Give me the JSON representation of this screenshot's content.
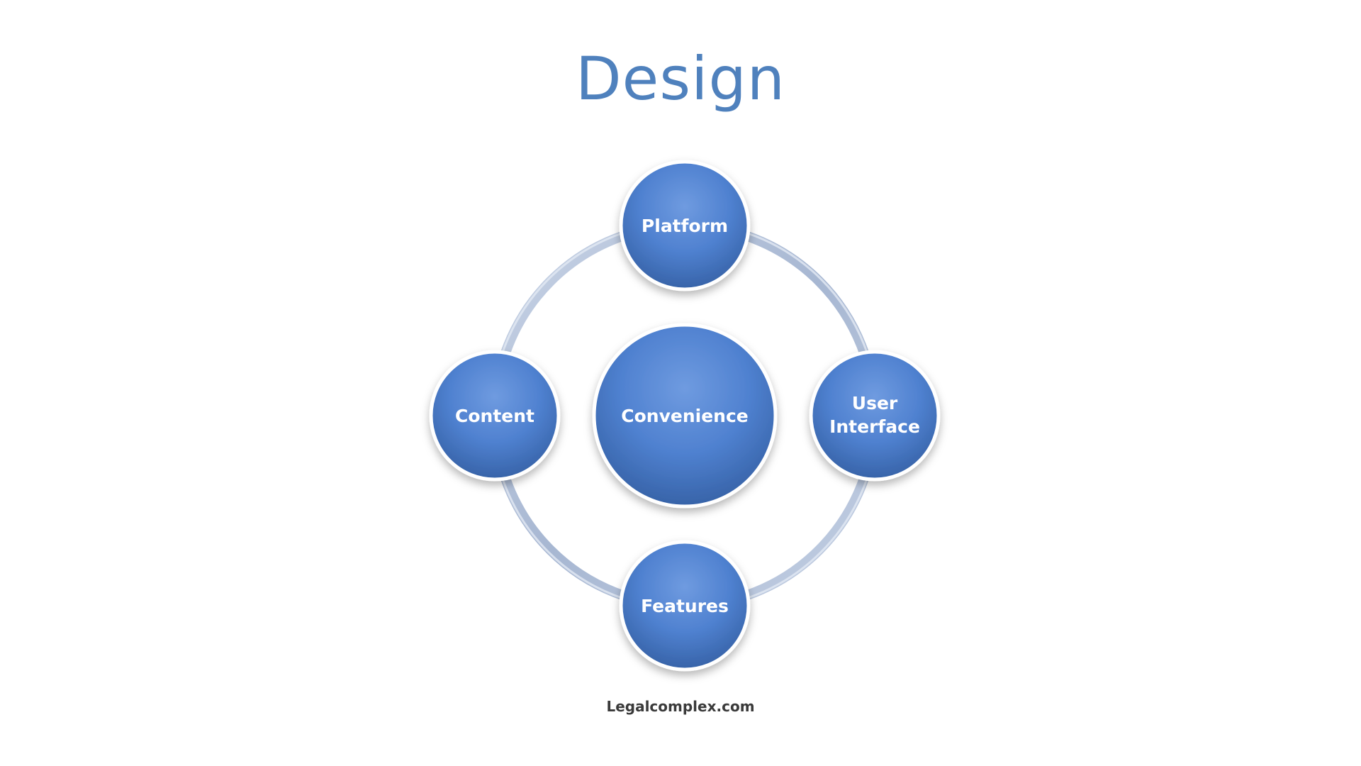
{
  "title": "Design",
  "center": {
    "label": "Convenience"
  },
  "nodes": {
    "top": {
      "label": "Platform"
    },
    "right": {
      "line1": "User",
      "line2": "Interface"
    },
    "bottom": {
      "label": "Features"
    },
    "left": {
      "label": "Content"
    }
  },
  "source": "Legalcomplex.com",
  "colors": {
    "title": "#4f81bd",
    "node_fill": "#4f81bd",
    "ring": "#b4c3dc",
    "label": "#ffffff"
  }
}
